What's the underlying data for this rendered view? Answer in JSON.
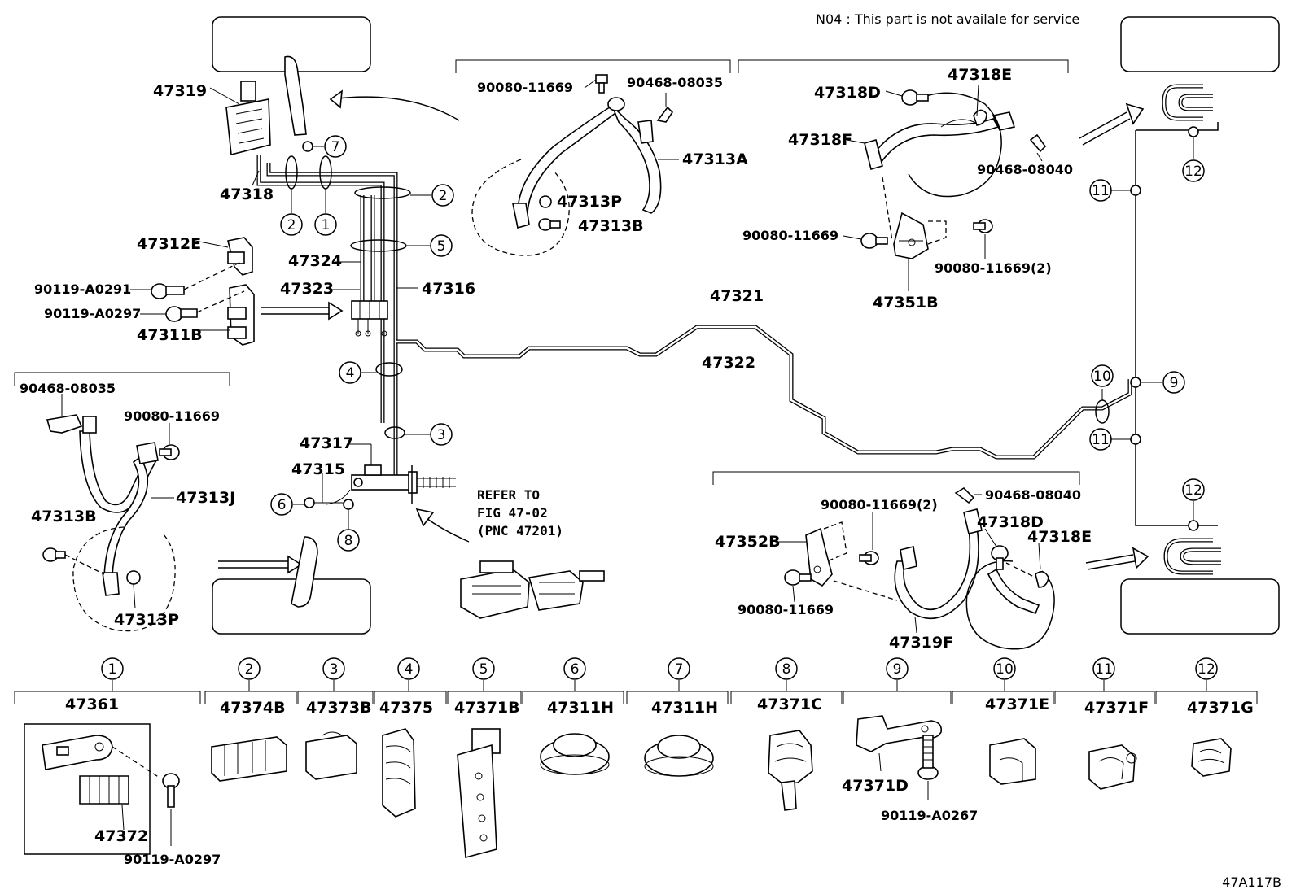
{
  "note": "N04 : This part is not availale for service",
  "diagram_id": "47A117B",
  "refer": {
    "line1": "REFER TO",
    "line2": "FIG 47-02",
    "line3": "(PNC 47201)"
  },
  "labels": {
    "p47319": "47319",
    "p47318": "47318",
    "p47312E": "47312E",
    "p90119_A0291": "90119-A0291",
    "p90119_A0297a": "90119-A0297",
    "p47311B": "47311B",
    "p47324": "47324",
    "p47323": "47323",
    "p47316": "47316",
    "p90080_11669_top": "90080-11669",
    "p90468_08035_top": "90468-08035",
    "p47313A": "47313A",
    "p47313P_top": "47313P",
    "p47313B_top": "47313B",
    "p47318D_top": "47318D",
    "p47318E_top": "47318E",
    "p47318F": "47318F",
    "p90468_08040_top": "90468-08040",
    "p90080_11669_r1": "90080-11669",
    "p90080_11669_2_r1": "90080-11669(2)",
    "p47351B": "47351B",
    "p47321": "47321",
    "p47322": "47322",
    "p90468_08035_left": "90468-08035",
    "p90080_11669_left": "90080-11669",
    "p47313J": "47313J",
    "p47313B_left": "47313B",
    "p47313P_left": "47313P",
    "p47317": "47317",
    "p47315": "47315",
    "p90468_08040_b": "90468-08040",
    "p90080_11669_2_b": "90080-11669(2)",
    "p47352B": "47352B",
    "p47318D_b": "47318D",
    "p47318E_b": "47318E",
    "p90080_11669_b": "90080-11669",
    "p47319F": "47319F"
  },
  "callouts": [
    "1",
    "2",
    "3",
    "4",
    "5",
    "6",
    "7",
    "8",
    "9",
    "10",
    "11",
    "12"
  ],
  "legend": [
    {
      "num": "1",
      "part": "47361",
      "sub1": "47372",
      "sub2": "90119-A0297"
    },
    {
      "num": "2",
      "part": "47374B"
    },
    {
      "num": "3",
      "part": "47373B"
    },
    {
      "num": "4",
      "part": "47375"
    },
    {
      "num": "5",
      "part": "47371B"
    },
    {
      "num": "6",
      "part": "47311H"
    },
    {
      "num": "7",
      "part": "47311H"
    },
    {
      "num": "8",
      "part": "47371C"
    },
    {
      "num": "9",
      "part": "",
      "sub1": "47371D",
      "sub2": "90119-A0267"
    },
    {
      "num": "10",
      "part": "47371E"
    },
    {
      "num": "11",
      "part": "47371F"
    },
    {
      "num": "12",
      "part": "47371G"
    }
  ]
}
